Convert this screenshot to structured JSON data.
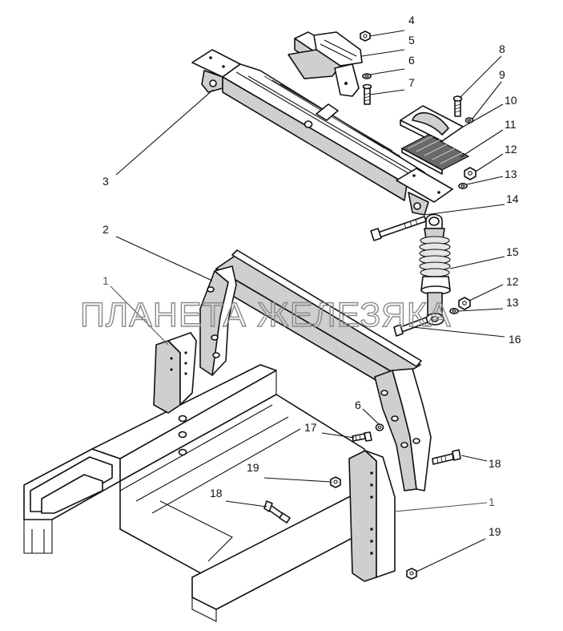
{
  "watermark": "ПЛАНЕТА ЖЕЛЕЗЯКА",
  "callouts": {
    "c1_left": "1",
    "c1_right": "1",
    "c2": "2",
    "c3": "3",
    "c4": "4",
    "c5": "5",
    "c6_top": "6",
    "c6_mid": "6",
    "c7": "7",
    "c8": "8",
    "c9": "9",
    "c10": "10",
    "c11": "11",
    "c12_top": "12",
    "c12_mid": "12",
    "c13_top": "13",
    "c13_mid": "13",
    "c14": "14",
    "c15": "15",
    "c16": "16",
    "c17": "17",
    "c18_right": "18",
    "c18_left": "18",
    "c19_left": "19",
    "c19_bottom": "19"
  },
  "colors": {
    "line": "#111111",
    "grey_callout": "#555555",
    "watermark": "#8a8a8a",
    "shading": "#cfcfcf"
  }
}
